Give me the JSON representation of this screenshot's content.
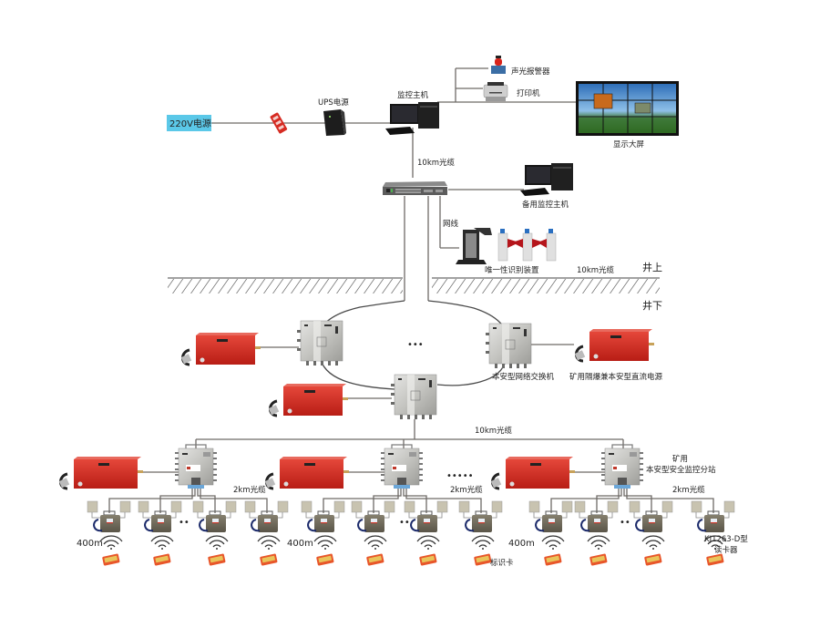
{
  "surface": {
    "power_source": "220V电源",
    "ups": "UPS电源",
    "main_host": "监控主机",
    "alarm": "声光报警器",
    "printer": "打印机",
    "display": "显示大屏",
    "uplink_cable": "10km光缆",
    "backup_host": "备用监控主机",
    "net_line": "网线",
    "id_device": "唯一性识别装置",
    "surface_cable": "10km光缆",
    "above_ground": "井上",
    "below_ground": "井下"
  },
  "underground": {
    "ring_ellipsis": "•••",
    "network_switch": "本安型网络交换机",
    "dc_power": "矿用隔爆兼本安型直流电源",
    "backbone_cable": "10km光缆",
    "substation_line1": "矿用",
    "substation_line2": "本安型安全监控分站",
    "substation_ellipsis": "•••••",
    "branch_cable": "2km光缆",
    "reader_ellipsis": "••",
    "range": "400m",
    "tag_card": "标识卡",
    "reader_model_line1": "KJ1263-D型",
    "reader_model_line2": "读卡器"
  },
  "colors": {
    "power_label_bg": "#5bc8e8",
    "device_red": "#d62b22",
    "stainless": "#c9c9c6",
    "reader_body": "#6f6a5c",
    "tag_orange": "#e8562a"
  }
}
